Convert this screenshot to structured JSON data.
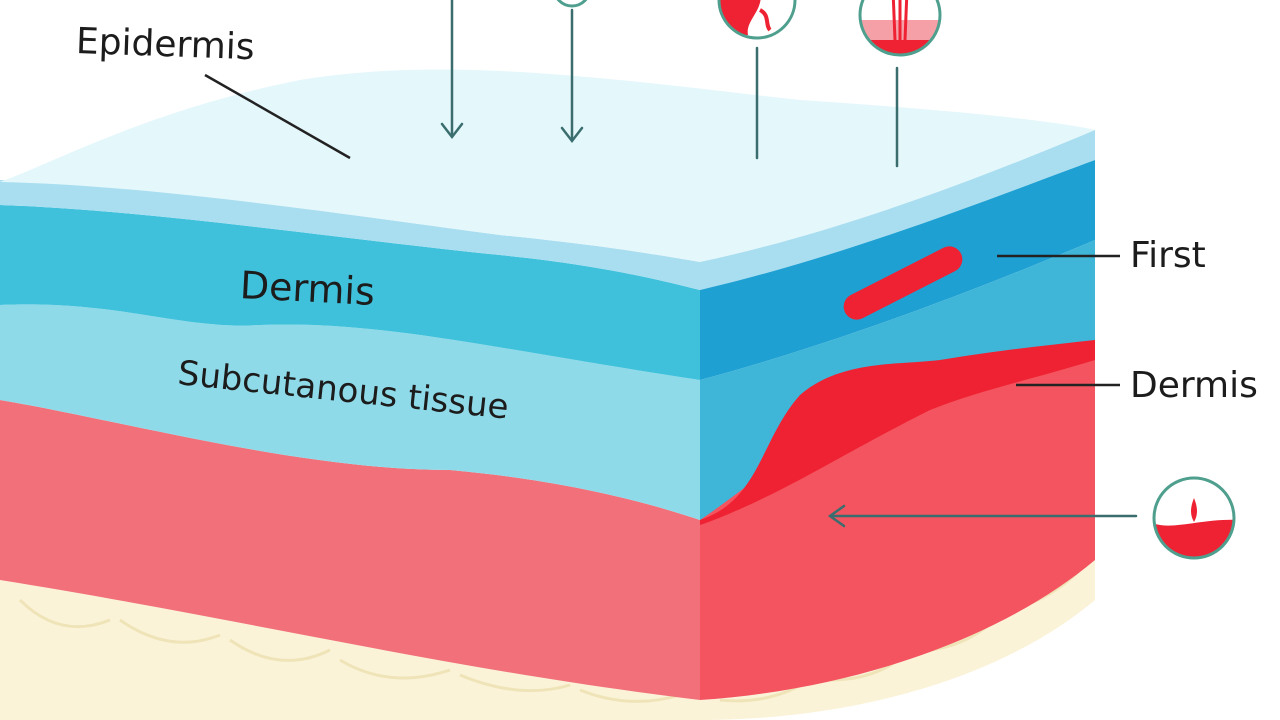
{
  "labels": {
    "epidermis": "Epidermis",
    "dermis": "Dermis",
    "subcutaneous": "Subcutanous tissue",
    "first": "First",
    "dermis_right": "Dermis"
  },
  "colors": {
    "epidermis_top": "#e4f7fb",
    "epidermis_band": "#a9def0",
    "dermis": "#3fc1dc",
    "dermis_side": "#1fa0d2",
    "subcutaneous": "#8fdae8",
    "fat": "#f1707a",
    "burn": "#ee2233",
    "base": "#fbf3d8",
    "leader": "#222222",
    "arrow": "#3a6e6e",
    "icon_ring": "#4f9f8e"
  },
  "icons": [
    "burn-depth-icon-1",
    "burn-depth-icon-2",
    "burn-depth-icon-3",
    "burn-depth-icon-4",
    "burn-depth-icon-5"
  ]
}
